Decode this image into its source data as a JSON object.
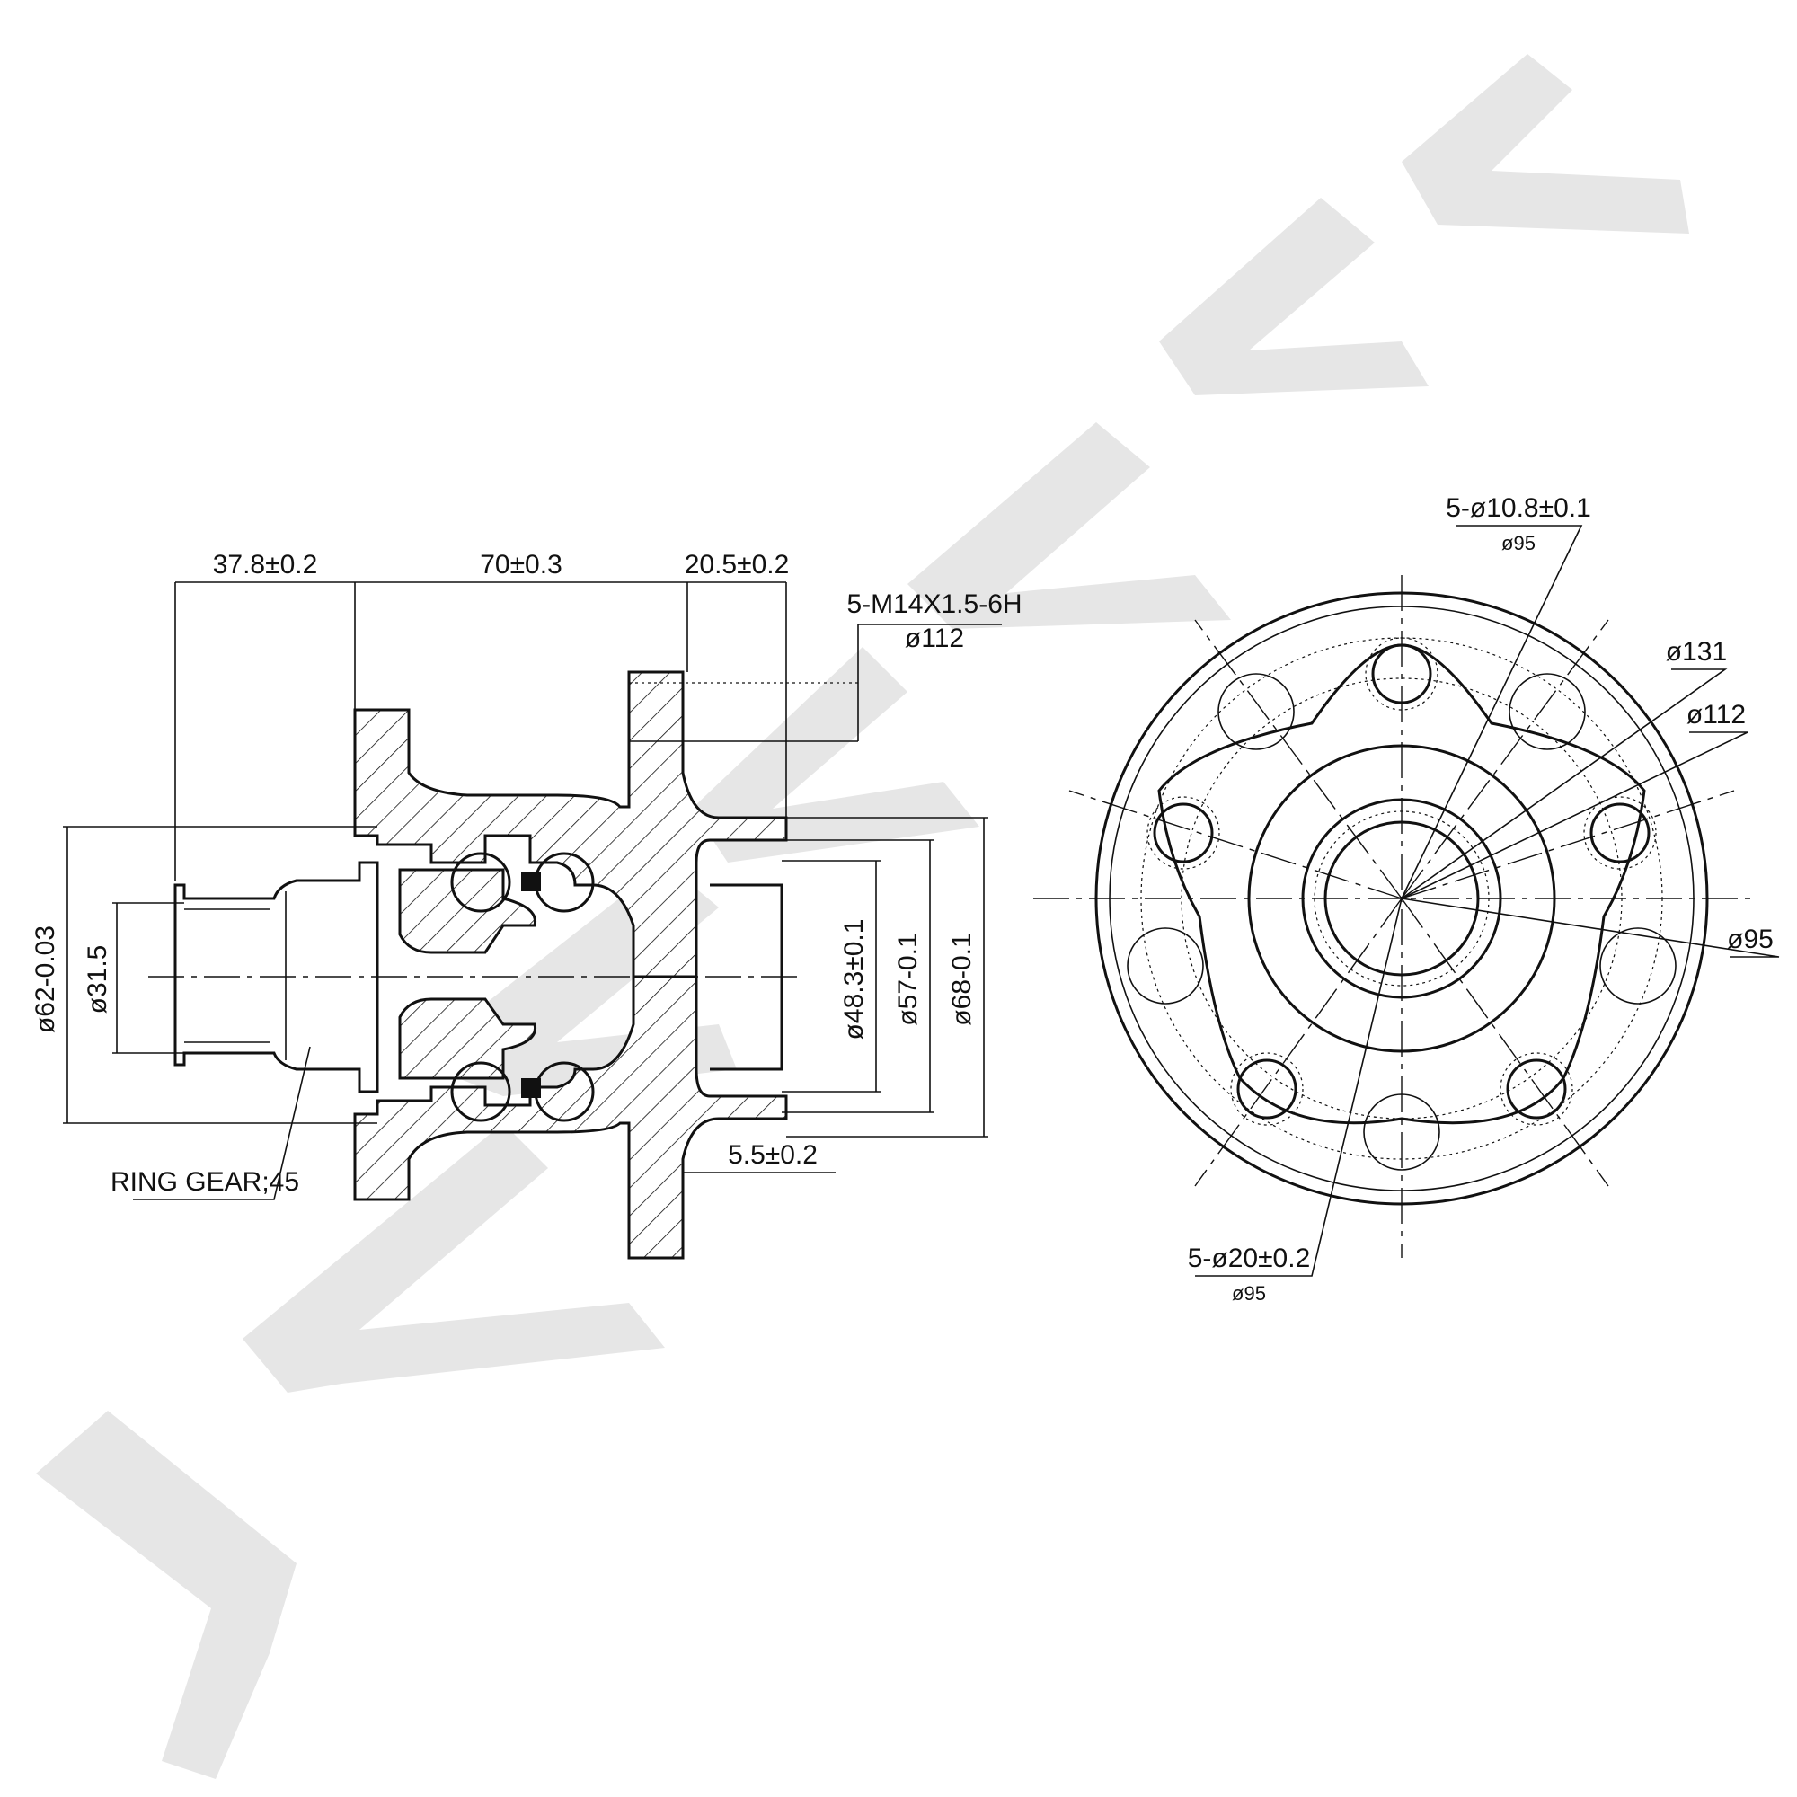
{
  "watermark": "ZENNEK",
  "side_view": {
    "dim_top_1": "37.8±0.2",
    "dim_top_2": "70±0.3",
    "dim_top_3": "20.5±0.2",
    "thread_spec": "5-M14X1.5-6H",
    "thread_pcd": "ø112",
    "dia_62": "ø62-0.03",
    "dia_31_5": "ø31.5",
    "dia_48_3": "ø48.3±0.1",
    "dia_57": "ø57-0.1",
    "dia_68": "ø68-0.1",
    "dim_5_5": "5.5±0.2",
    "ring_gear": "RING GEAR;45"
  },
  "front_view": {
    "hole_spec": "5-ø10.8±0.1",
    "hole_pcd": "ø95",
    "dia_131": "ø131",
    "dia_112": "ø112",
    "dia_95": "ø95",
    "bolt_spec": "5-ø20±0.2",
    "bolt_pcd": "ø95"
  }
}
